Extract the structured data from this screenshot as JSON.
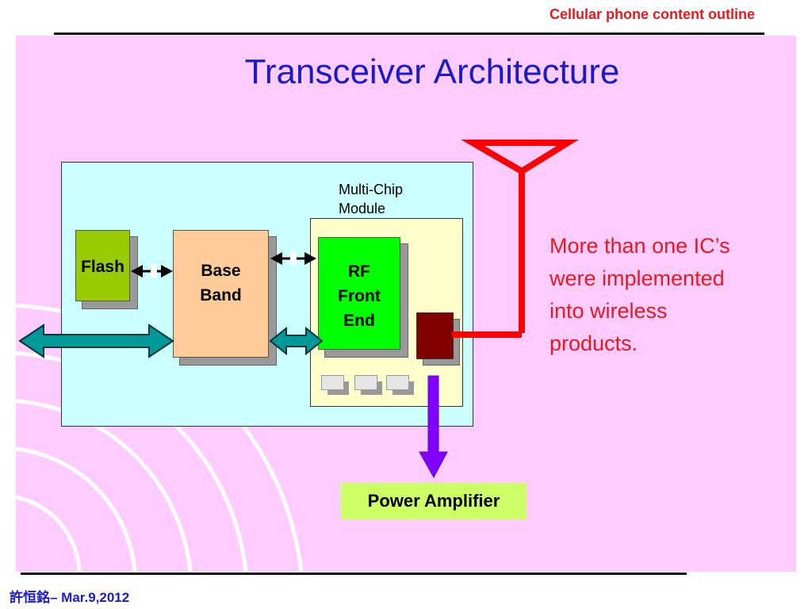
{
  "header": {
    "text": "Cellular phone content outline"
  },
  "slide": {
    "title": "Transceiver Architecture",
    "multi_chip_label_line1": "Multi-Chip",
    "multi_chip_label_line2": "Module",
    "blocks": {
      "flash": "Flash",
      "baseband_line1": "Base",
      "baseband_line2": "Band",
      "rf_line1": "RF",
      "rf_line2": "Front",
      "rf_line3": "End"
    },
    "power_amplifier": "Power Amplifier",
    "note_lines": [
      "More than one IC’s",
      "were implemented",
      "into wireless",
      "products."
    ]
  },
  "footer": {
    "text": "許恒銘– Mar.9,2012"
  },
  "colors": {
    "slide_bg": "#ffccff",
    "title": "#1a1acc",
    "header": "#e8181f",
    "antenna": "#ff0000",
    "arrow_teal": "#009999",
    "arrow_purple": "#8000ff"
  }
}
